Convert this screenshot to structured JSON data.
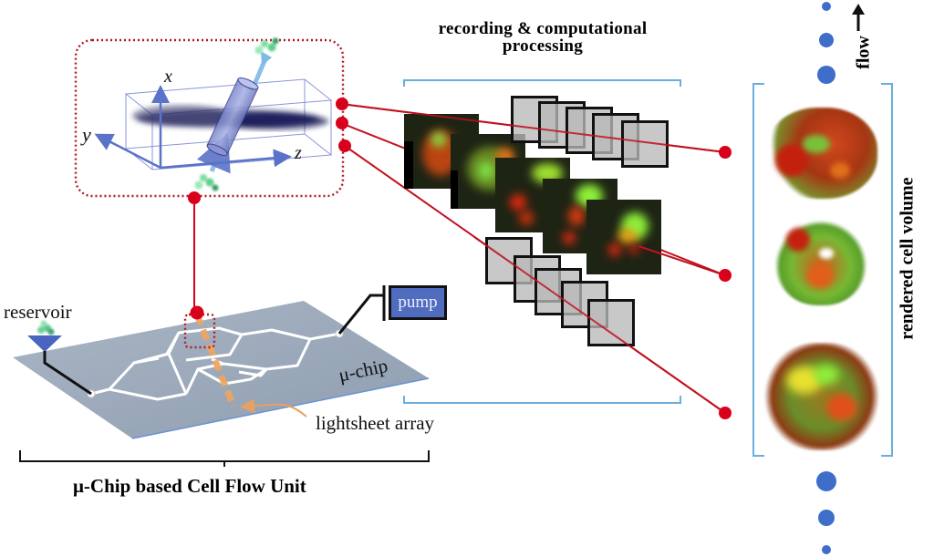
{
  "diagram": {
    "title_recording": "recording & computational processing",
    "title_recording_lines": [
      "recording & computational",
      "processing"
    ],
    "axes": {
      "x": "x",
      "y": "y",
      "z": "z"
    },
    "chip": {
      "reservoir_label": "reservoir",
      "pump_label": "pump",
      "chip_label": "μ-chip",
      "lightsheet_label": "lightsheet array",
      "unit_title": "μ-Chip based Cell Flow Unit"
    },
    "output": {
      "rendered_label": "rendered cell volume",
      "flow_label": "flow",
      "flow_arrow_icon": "arrow-up-icon"
    },
    "recorded_frame_count": 5,
    "grey_stack_top_count": 5,
    "grey_stack_bottom_count": 5,
    "rendered_cell_count": 3,
    "colors": {
      "connector_red": "#d9001b",
      "bracket_blue": "#6aaede",
      "dot_blue": "#3e6ec9",
      "chip_grey": "#9aa8b8",
      "pump_blue": "#4f6cbf",
      "lightsheet_orange": "#f0a560",
      "fluor_green": "#7ee043",
      "fluor_red": "#e02a10",
      "axis_blue": "#5a73c8"
    }
  }
}
